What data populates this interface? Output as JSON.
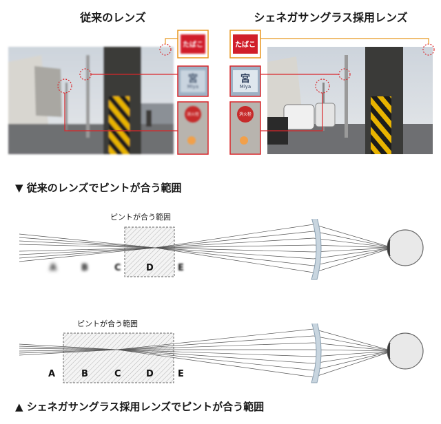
{
  "photos": {
    "left_title": "従来のレンズ",
    "right_title": "シェネガサングラス採用レンズ",
    "sign_tobacco": "たばこ",
    "sign_place": "宮",
    "sign_place_sub": "Miya",
    "sign_fire": "消火栓"
  },
  "diagram_top": {
    "section_title": "▼ 従来のレンズでピントが合う範囲",
    "focus_label": "ピントが合う範囲",
    "letters": [
      "A",
      "B",
      "C",
      "D",
      "E"
    ]
  },
  "diagram_bottom": {
    "section_title": "▲ シェネガサングラス採用レンズでピントが合う範囲",
    "focus_label": "ピントが合う範囲",
    "letters": [
      "A",
      "B",
      "C",
      "D",
      "E"
    ]
  },
  "colors": {
    "callout_orange": "#e8961e",
    "callout_red": "#d9262a",
    "ray": "#555555",
    "lens": "#b7c6d3"
  },
  "icons": [
    "lens-icon",
    "eye-icon"
  ]
}
